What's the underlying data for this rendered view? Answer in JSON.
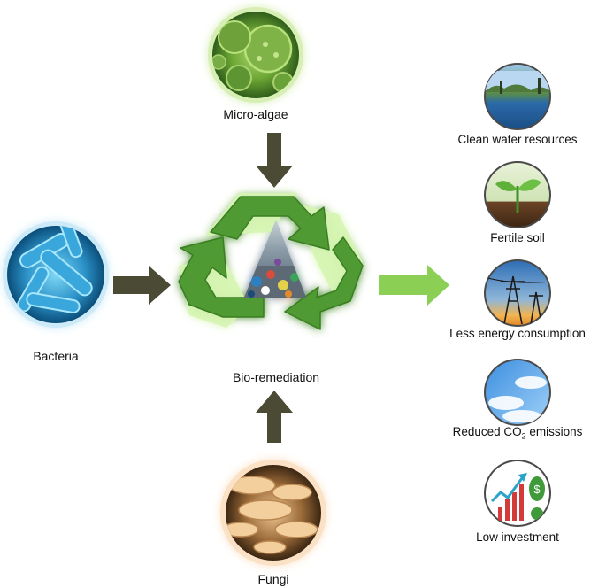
{
  "inputs": {
    "microalgae": {
      "label": "Micro-algae",
      "icon": "microalgae-cells-icon"
    },
    "bacteria": {
      "label": "Bacteria",
      "icon": "bacteria-icon"
    },
    "fungi": {
      "label": "Fungi",
      "icon": "fungi-mushroom-icon"
    }
  },
  "center": {
    "label": "Bio-remediation",
    "icon": "recycle-symbol-icon"
  },
  "benefits": [
    {
      "label": "Clean water resources",
      "icon": "lake-landscape-icon"
    },
    {
      "label": "Fertile soil",
      "icon": "seedling-soil-icon"
    },
    {
      "label": "Less energy consumption",
      "icon": "power-tower-icon"
    },
    {
      "label_prefix": "Reduced CO",
      "label_sub": "2",
      "label_suffix": " emissions",
      "icon": "blue-sky-icon"
    },
    {
      "label": "Low investment",
      "icon": "growth-chart-money-icon"
    }
  ],
  "colors": {
    "recycle_green": "#4f9a33",
    "recycle_green_dark": "#3a7d23",
    "recycle_glow": "#c8f29a",
    "arrow_dark": "#4a4a35",
    "arrow_light": "#8ccf55",
    "algae_glow": "#b6e07d",
    "bacteria_glow": "#7cc9f0",
    "fungi_glow": "#f3c493"
  }
}
